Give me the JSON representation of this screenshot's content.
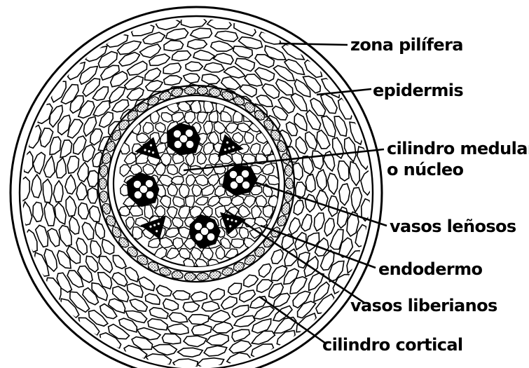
{
  "figure": {
    "labels": [
      {
        "id": "zona-pilifera",
        "text": "zona pilífera"
      },
      {
        "id": "epidermis",
        "text": "epidermis"
      },
      {
        "id": "cilindro-medular",
        "lines": [
          "cilindro medular",
          "o núcleo"
        ]
      },
      {
        "id": "vasos-lenosos",
        "text": "vasos leñosos"
      },
      {
        "id": "endodermo",
        "text": "endodermo"
      },
      {
        "id": "vasos-liberianos",
        "text": "vasos liberianos"
      },
      {
        "id": "cilindro-cortical",
        "text": "cilindro cortical"
      }
    ]
  },
  "colors": {
    "ink": "#000000",
    "paper": "#ffffff"
  }
}
